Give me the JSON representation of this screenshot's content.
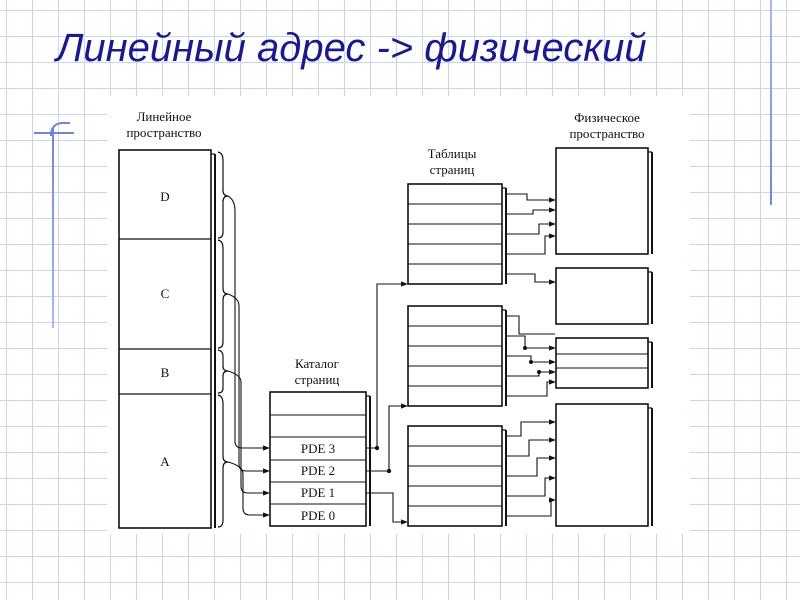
{
  "slide": {
    "title": "Линейный адрес -> физический"
  },
  "diagram": {
    "linear_space_label": [
      "Линейное",
      "пространство"
    ],
    "linear_regions": [
      "D",
      "C",
      "B",
      "A"
    ],
    "directory_label": [
      "Каталог",
      "страниц"
    ],
    "directory_entries": [
      "PDE 3",
      "PDE 2",
      "PDE 1",
      "PDE 0"
    ],
    "tables_label": [
      "Таблицы",
      "страниц"
    ],
    "physical_label": [
      "Физическое",
      "пространство"
    ]
  }
}
